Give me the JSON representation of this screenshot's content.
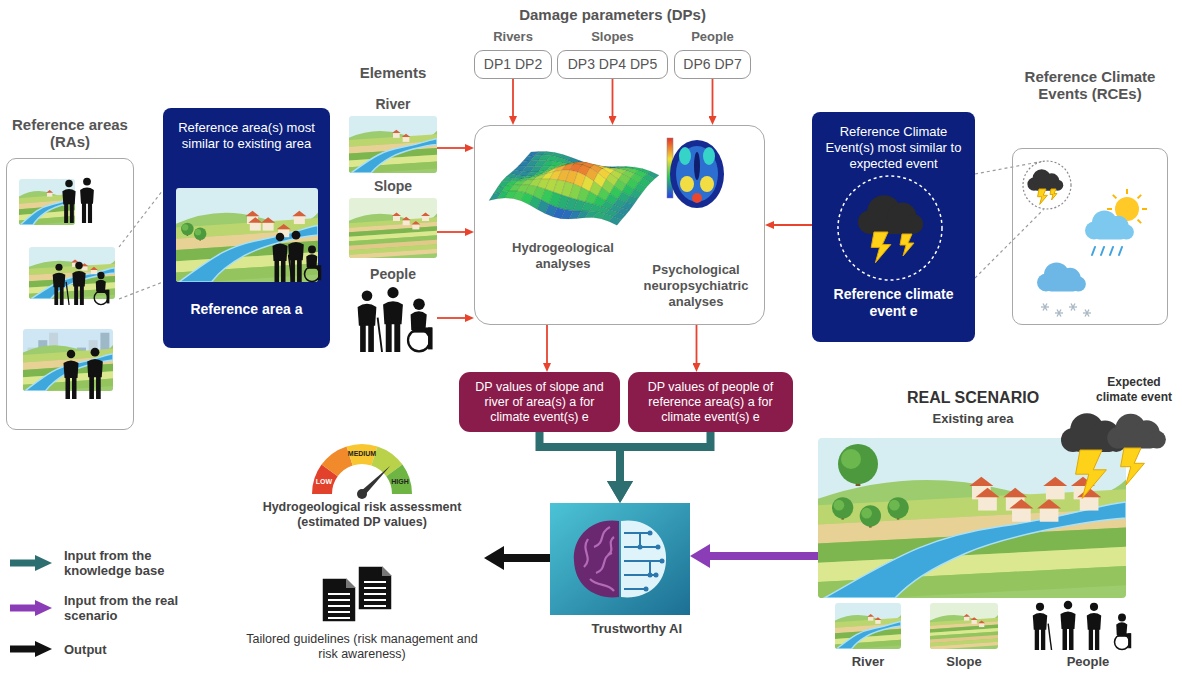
{
  "diagram": {
    "nodes": [
      {
        "text": [
          "Reference areas (RAs)"
        ]
      },
      {
        "text": [
          "Reference area(s) most similar to existing area",
          "Reference area a"
        ]
      },
      {
        "text": [
          "River"
        ]
      },
      {
        "text": [
          "Slope"
        ]
      },
      {
        "text": [
          "People"
        ]
      },
      {
        "text": [
          "Rivers",
          "DP1 DP2"
        ]
      },
      {
        "text": [
          "Slopes",
          "DP3 DP4 DP5"
        ]
      },
      {
        "text": [
          "People",
          "DP6 DP7"
        ]
      },
      {
        "text": [
          "Hydrogeological analyses",
          "Psychological neuropsychiatric analyses"
        ]
      },
      {
        "text": [
          "Reference Climate Event(s) most similar to expected event",
          "Reference climate event e"
        ]
      },
      {
        "text": [
          "Reference Climate Events (RCEs)"
        ]
      },
      {
        "text": [
          "DP values of slope and river of area(s) a for climate event(s) e"
        ]
      },
      {
        "text": [
          "DP values of people of reference area(s) a for climate event(s) e"
        ]
      },
      {
        "text": [
          "REAL SCENARIO",
          "Existing area"
        ]
      },
      {
        "text": [
          "Trustworthy AI"
        ]
      },
      {
        "text": [
          "Hydrogeological risk assessment (estimated DP values)",
          "Tailored guidelines (risk management and risk awareness)"
        ]
      }
    ],
    "edges": [
      {
        "from": 5,
        "to": 8,
        "arrow": "to"
      },
      {
        "from": 6,
        "to": 8,
        "arrow": "to"
      },
      {
        "from": 7,
        "to": 8,
        "arrow": "to"
      },
      {
        "from": 2,
        "to": 8,
        "arrow": "to"
      },
      {
        "from": 3,
        "to": 8,
        "arrow": "to"
      },
      {
        "from": 4,
        "to": 8,
        "arrow": "to"
      },
      {
        "from": 9,
        "to": 8,
        "arrow": "to"
      },
      {
        "from": 8,
        "to": 11,
        "arrow": "to"
      },
      {
        "from": 8,
        "to": 12,
        "arrow": "to"
      },
      {
        "from": 11,
        "to": 14,
        "arrow": "to"
      },
      {
        "from": 12,
        "to": 14,
        "arrow": "to"
      },
      {
        "from": 13,
        "to": 14,
        "arrow": "to"
      },
      {
        "from": 14,
        "to": 15,
        "arrow": "to"
      }
    ],
    "labels": [
      "Damage parameters (DPs)",
      "Elements",
      "Expected climate event",
      "LOW",
      "MEDIUM",
      "HIGH",
      "River",
      "Slope",
      "People"
    ],
    "legend": [
      {
        "text": "Input from the knowledge base"
      },
      {
        "text": "Input from the real scenario"
      },
      {
        "text": "Output"
      }
    ]
  }
}
